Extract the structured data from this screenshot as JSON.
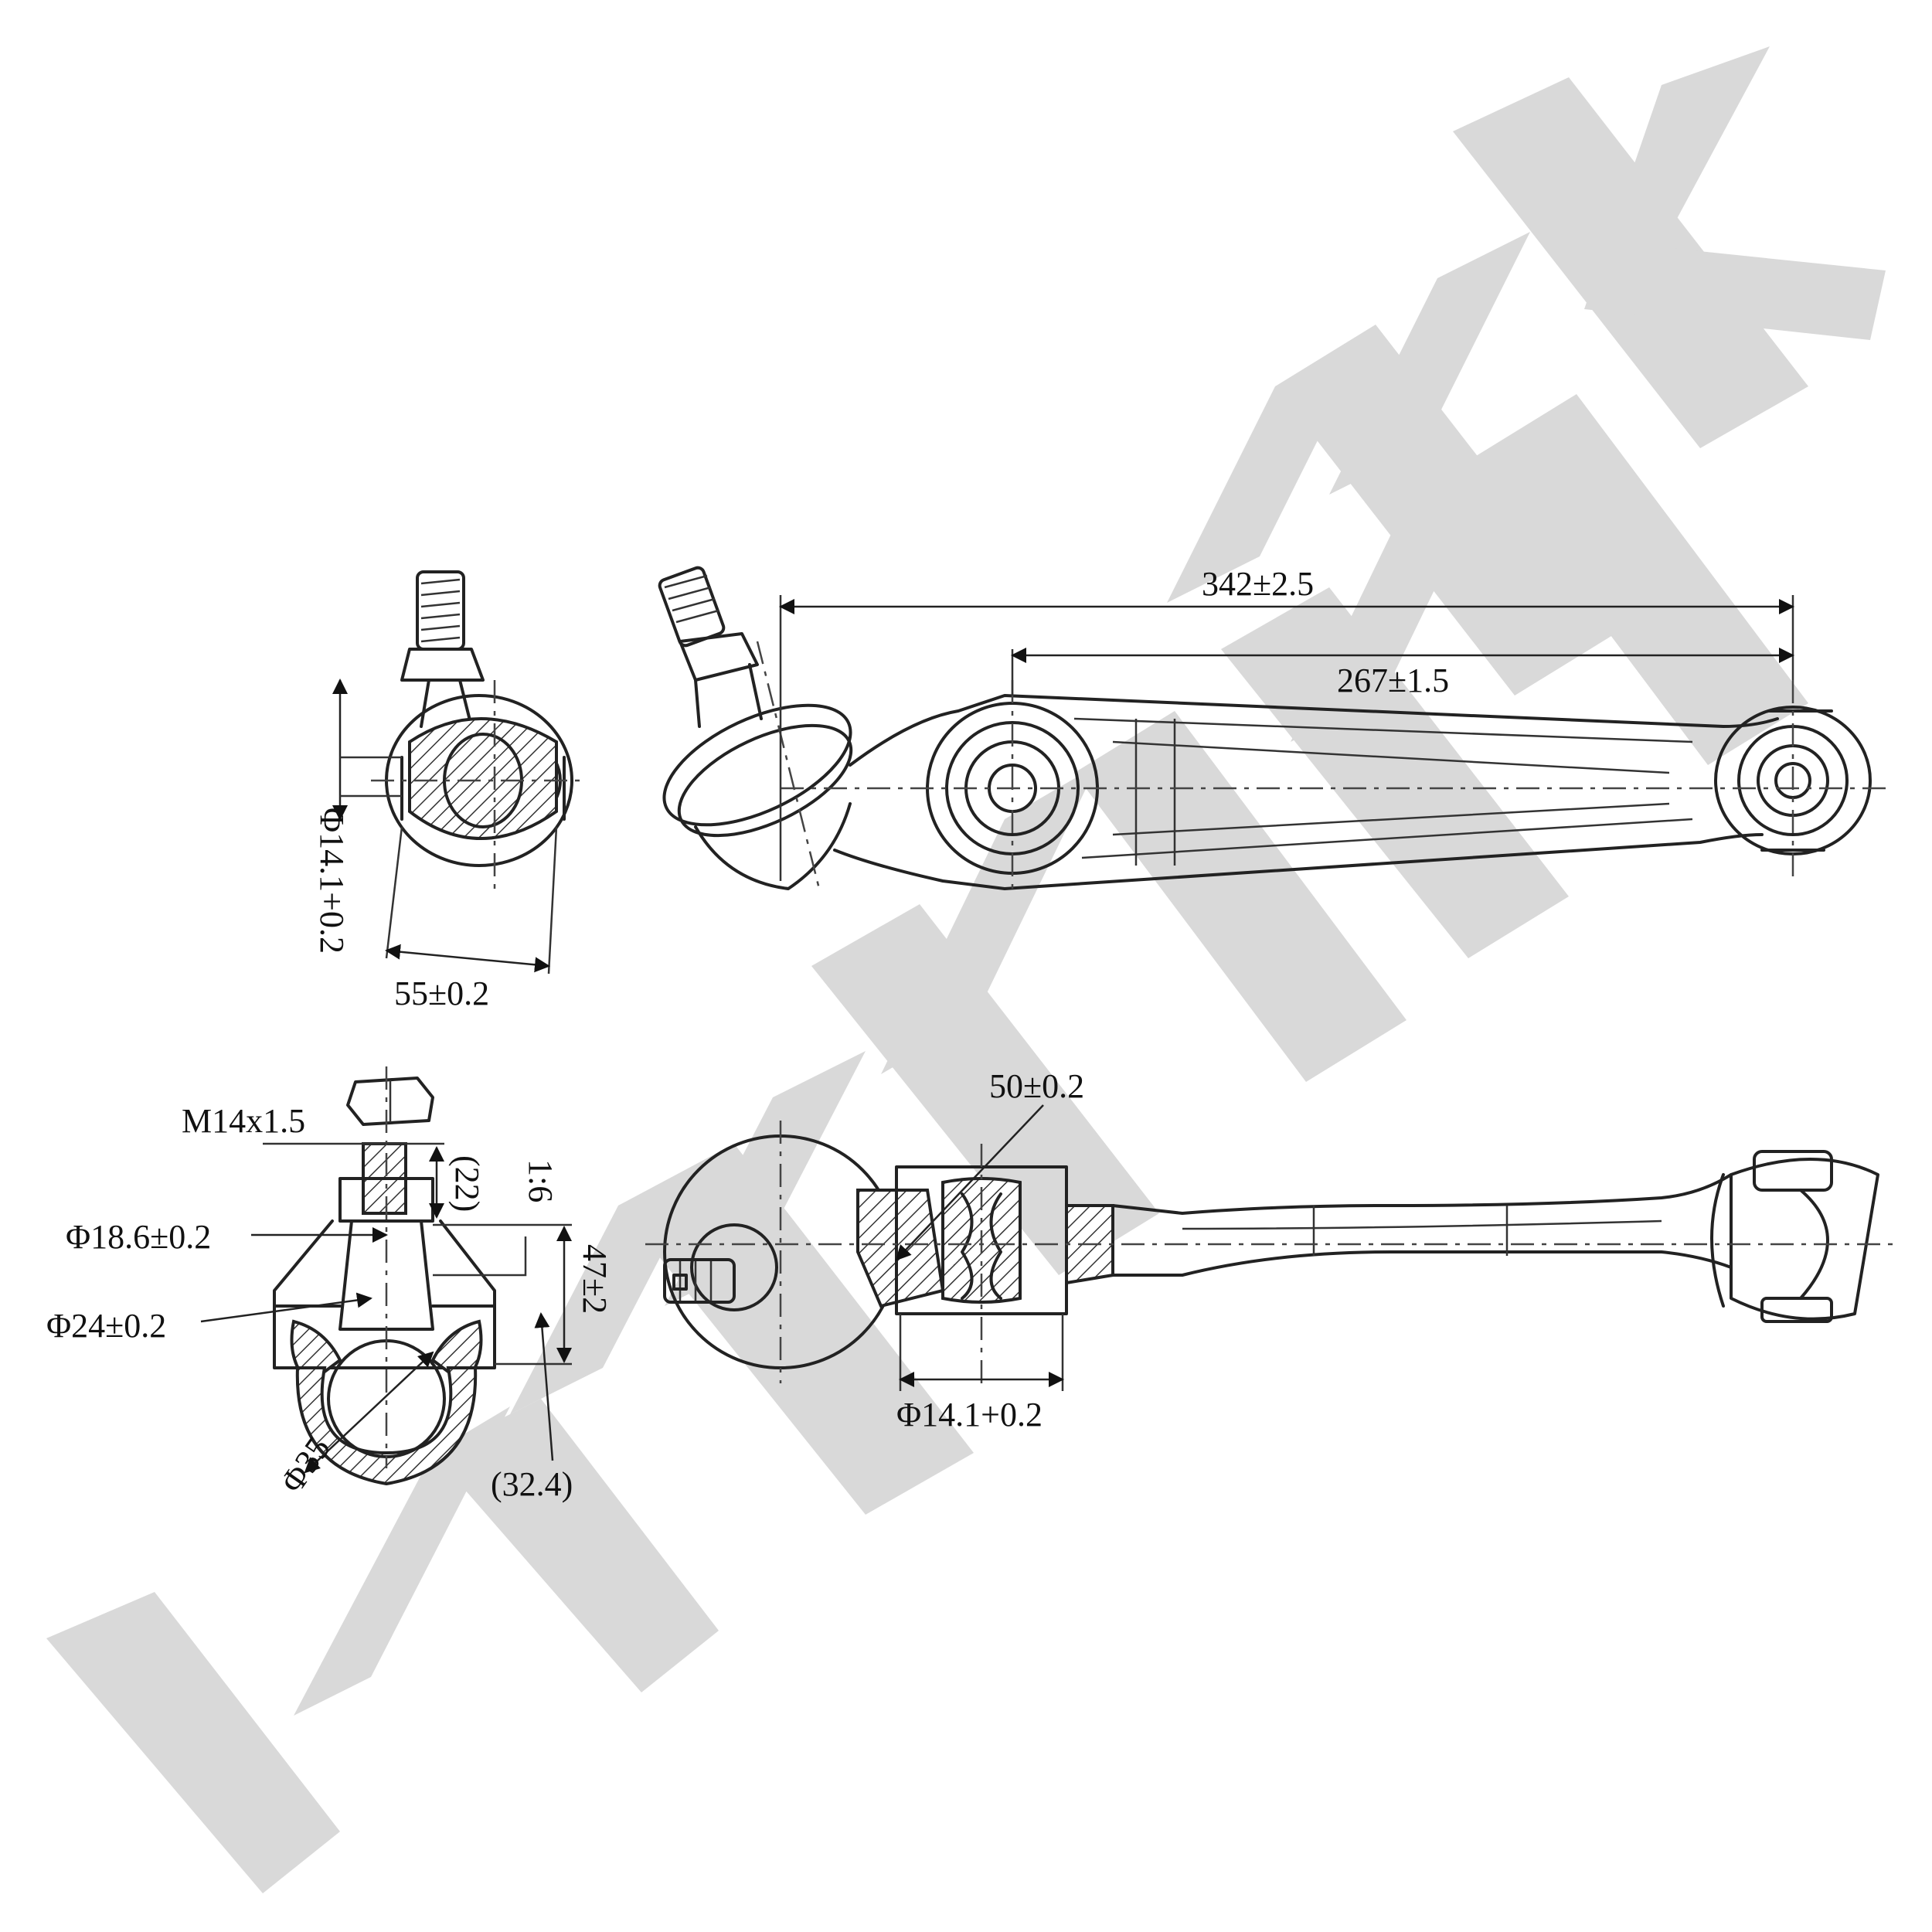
{
  "watermark": {
    "text": "ZENNEK",
    "color": "#d9d9d9"
  },
  "dimensions": {
    "ball_joint_shank_dia": "Φ14.1+0.2",
    "bushing_width": "55±0.2",
    "overall_length": "342±2.5",
    "bushing_center_distance": "267±1.5",
    "thread": "M14x1.5",
    "taper_top_dia": "Φ18.6±0.2",
    "taper_bottom_dia": "Φ24±0.2",
    "ball_dia": "Φ35",
    "thread_length": "(22)",
    "taper_ratio": "1:6",
    "stud_height": "47±2",
    "taper_length": "(32.4)",
    "bushing_outer_width": "50±0.2",
    "bushing_bore_dia": "Φ14.1+0.2"
  },
  "colors": {
    "line": "#222222",
    "watermark": "#d9d9d9",
    "background": "#ffffff"
  }
}
